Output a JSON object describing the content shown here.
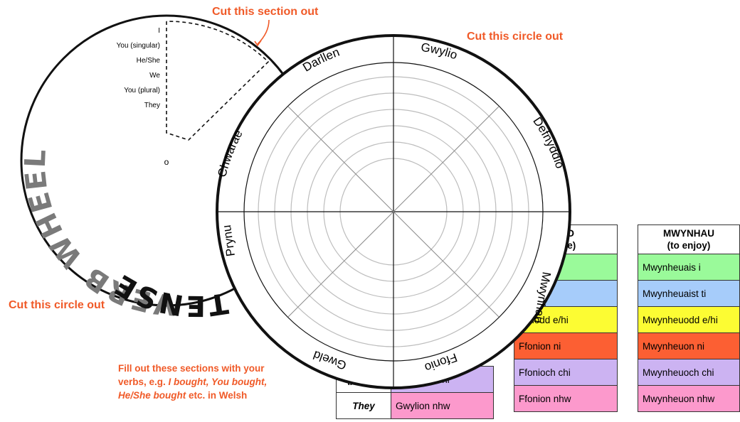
{
  "annotations": {
    "cut_section": "Cut this section out",
    "cut_circle_top": "Cut this circle out",
    "cut_circle_left": "Cut this circle out"
  },
  "back_wheel": {
    "title_arc": "VERB WHEEL",
    "title_arc_visible": "TENSE",
    "pronouns": [
      "I",
      "You (singular)",
      "He/She",
      "We",
      "You (plural)",
      "They"
    ],
    "center_mark": "o"
  },
  "front_wheel": {
    "verbs": [
      "Gwylio",
      "Defnyddio",
      "Mwynhau",
      "Ffonio",
      "Gweld",
      "Prynu",
      "Chwarae",
      "Darllen"
    ]
  },
  "instructions": {
    "line1": "Fill out these sections with your",
    "line2_prefix": "verbs, e.g. ",
    "line2_italic": "I bought,  You bought,",
    "line3_italic": "He/She bought",
    "line3_suffix": " etc. in Welsh"
  },
  "table_left": {
    "rows": [
      {
        "pronoun": "(plural)",
        "value": "Gwylioch chi",
        "color": "#ccb3f2"
      },
      {
        "pronoun": "They",
        "value": "Gwylion nhw",
        "color": "#fc99cc"
      }
    ]
  },
  "table_mid": {
    "header_line1": "NIO",
    "header_line2": "one)",
    "rows": [
      {
        "value": "",
        "color": "#9afa9a"
      },
      {
        "value": "ist ti",
        "color": "#a6ccfa"
      },
      {
        "value": "foniodd e/hi",
        "color": "#fcfc33"
      },
      {
        "value": "Ffonion ni",
        "color": "#fc5f33"
      },
      {
        "value": "Ffonioch chi",
        "color": "#ccb3f2"
      },
      {
        "value": "Ffonion nhw",
        "color": "#fc99cc"
      }
    ]
  },
  "table_right": {
    "header_line1": "MWYNHAU",
    "header_line2": "(to enjoy)",
    "rows": [
      {
        "value": "Mwynheuais i",
        "color": "#9afa9a"
      },
      {
        "value": "Mwynheuaist ti",
        "color": "#a6ccfa"
      },
      {
        "value": "Mwynheuodd e/hi",
        "color": "#fcfc33"
      },
      {
        "value": "Mwynheuon ni",
        "color": "#fc5f33"
      },
      {
        "value": "Mwynheuoch chi",
        "color": "#ccb3f2"
      },
      {
        "value": "Mwynheuon nhw",
        "color": "#fc99cc"
      }
    ]
  }
}
